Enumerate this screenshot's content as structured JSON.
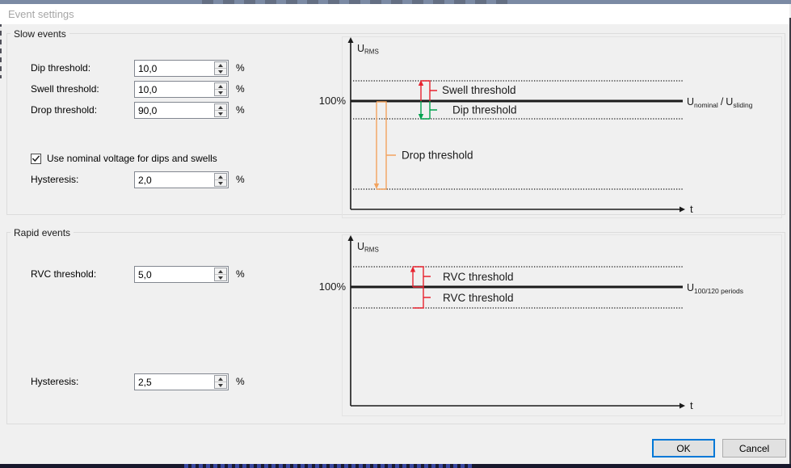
{
  "window": {
    "title": "Event settings"
  },
  "colors": {
    "accent": "#0078d7",
    "swell": "#e8232f",
    "dip": "#00a34e",
    "drop": "#f2a35f",
    "rvc": "#e8232f"
  },
  "slow": {
    "group_label": "Slow events",
    "rows": [
      {
        "label": "Dip threshold:",
        "value": "10,0",
        "unit": "%"
      },
      {
        "label": "Swell threshold:",
        "value": "10,0",
        "unit": "%"
      },
      {
        "label": "Drop threshold:",
        "value": "90,0",
        "unit": "%"
      }
    ],
    "checkbox_label": "Use nominal voltage for dips and swells",
    "checkbox_checked": true,
    "hysteresis": {
      "label": "Hysteresis:",
      "value": "2,0",
      "unit": "%"
    },
    "diagram": {
      "y_axis": {
        "u": "U",
        "sub": "RMS"
      },
      "level": "100%",
      "x_axis": "t",
      "ref": {
        "u1": "U",
        "sub1": "nominal",
        "sep": "/",
        "u2": "U",
        "sub2": "sliding"
      },
      "swell_label": "Swell threshold",
      "dip_label": "Dip threshold",
      "drop_label": "Drop threshold"
    }
  },
  "rapid": {
    "group_label": "Rapid events",
    "rows": [
      {
        "label": "RVC threshold:",
        "value": "5,0",
        "unit": "%"
      }
    ],
    "hysteresis": {
      "label": "Hysteresis:",
      "value": "2,5",
      "unit": "%"
    },
    "diagram": {
      "y_axis": {
        "u": "U",
        "sub": "RMS"
      },
      "level": "100%",
      "x_axis": "t",
      "ref": {
        "u": "U",
        "sub": "100/120 periods"
      },
      "rvc_upper_label": "RVC threshold",
      "rvc_lower_label": "RVC threshold"
    }
  },
  "buttons": {
    "ok": "OK",
    "cancel": "Cancel"
  }
}
